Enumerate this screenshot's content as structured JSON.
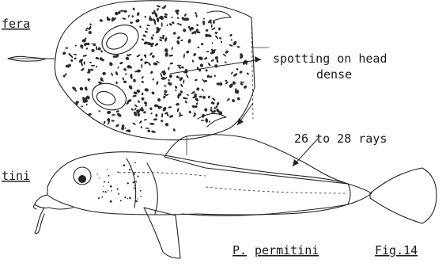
{
  "labels": {
    "top_left_species": "fera",
    "left_species": "tini",
    "head_spotting": "spotting on head",
    "head_spotting_2": "dense",
    "fin_rays": "26 to 28 rays",
    "species_name_abbr": "P.",
    "species_name": "permitini",
    "figure_number": "Fig.14"
  },
  "colors": {
    "ink": "#222222",
    "paper": "#ffffff"
  }
}
